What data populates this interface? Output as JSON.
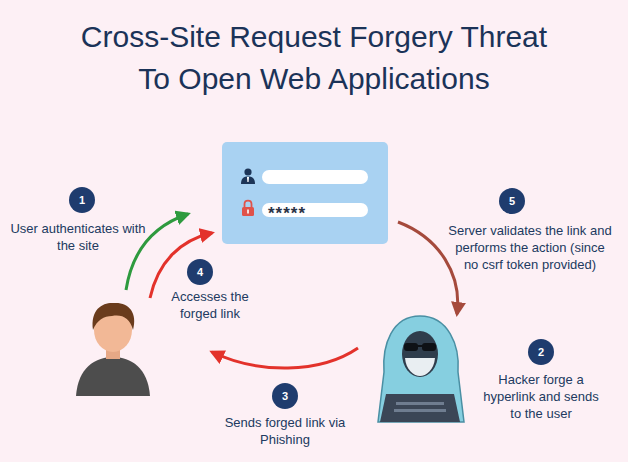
{
  "diagram": {
    "title": "Cross-Site Request Forgery Threat To Open Web Applications",
    "nodes": [
      {
        "text": [
          "*****"
        ]
      },
      {
        "text": [
          "1"
        ]
      },
      {
        "text": [
          "2"
        ]
      },
      {
        "text": [
          "3"
        ]
      },
      {
        "text": [
          "4"
        ]
      },
      {
        "text": [
          "5"
        ]
      }
    ],
    "labels": [
      "User authenticates with the site",
      "Hacker forge a hyperlink and sends to the user",
      "Sends forged link via Phishing",
      "Accesses the forged link",
      "Server validates the link and performs the action (since no csrf token provided)"
    ]
  }
}
